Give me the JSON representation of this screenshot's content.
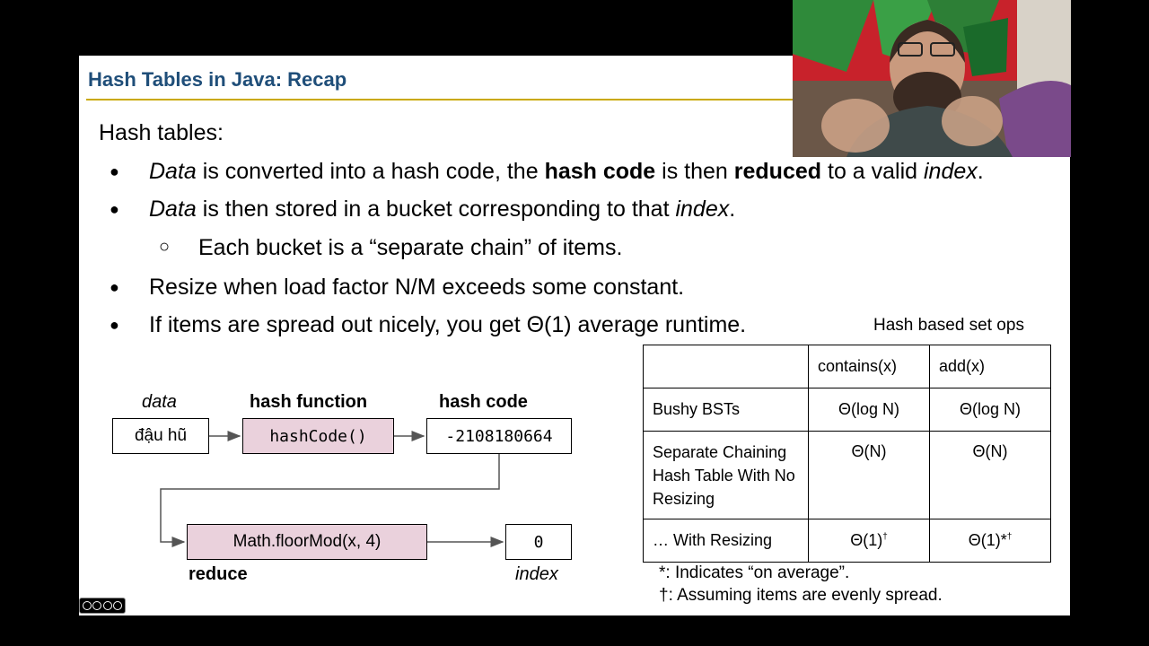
{
  "slide": {
    "title": "Hash Tables in Java: Recap",
    "heading": "Hash tables:",
    "bullets": {
      "b1": {
        "em1": "Data",
        "t1": " is converted into a hash code, the ",
        "s1": "hash code",
        "t2": " is then ",
        "s2": "reduced",
        "t3": " to a valid ",
        "em2": "index",
        "t4": "."
      },
      "b2": {
        "em1": "Data",
        "t1": " is then stored in a bucket corresponding to that ",
        "em2": "index",
        "t2": "."
      },
      "b2sub": "Each bucket is a “separate chain” of items.",
      "b3": "Resize when load factor N/M exceeds some constant.",
      "b4": "If items are spread out nicely, you get Θ(1) average runtime."
    },
    "bullet_glyph": "●",
    "sub_glyph": "○"
  },
  "diagram": {
    "labels": {
      "data": "data",
      "hash_function": "hash function",
      "hash_code": "hash code",
      "reduce": "reduce",
      "index": "index"
    },
    "boxes": {
      "input": "đậu hũ",
      "hash_fn": "hashCode()",
      "hash_value": "-2108180664",
      "reduce_fn": "Math.floorMod(x, 4)",
      "index_value": "0"
    }
  },
  "table": {
    "caption": "Hash based set ops",
    "headers": [
      "",
      "contains(x)",
      "add(x)"
    ],
    "rows": [
      {
        "name": "Bushy BSTs",
        "contains": "Θ(log N)",
        "add": "Θ(log N)"
      },
      {
        "name": "Separate Chaining Hash Table With No Resizing",
        "contains": "Θ(N)",
        "add": "Θ(N)"
      },
      {
        "name": "… With Resizing",
        "contains": "Θ(1)",
        "contains_sup": "†",
        "add": "Θ(1)*",
        "add_sup": "†"
      }
    ]
  },
  "notes": {
    "n1": "*: Indicates “on average”.",
    "n2": "†: Assuming items are evenly spread."
  },
  "colors": {
    "title": "#1f4e79",
    "rule": "#c9a800",
    "pink_box": "#ead1dc",
    "background": "#000000"
  }
}
